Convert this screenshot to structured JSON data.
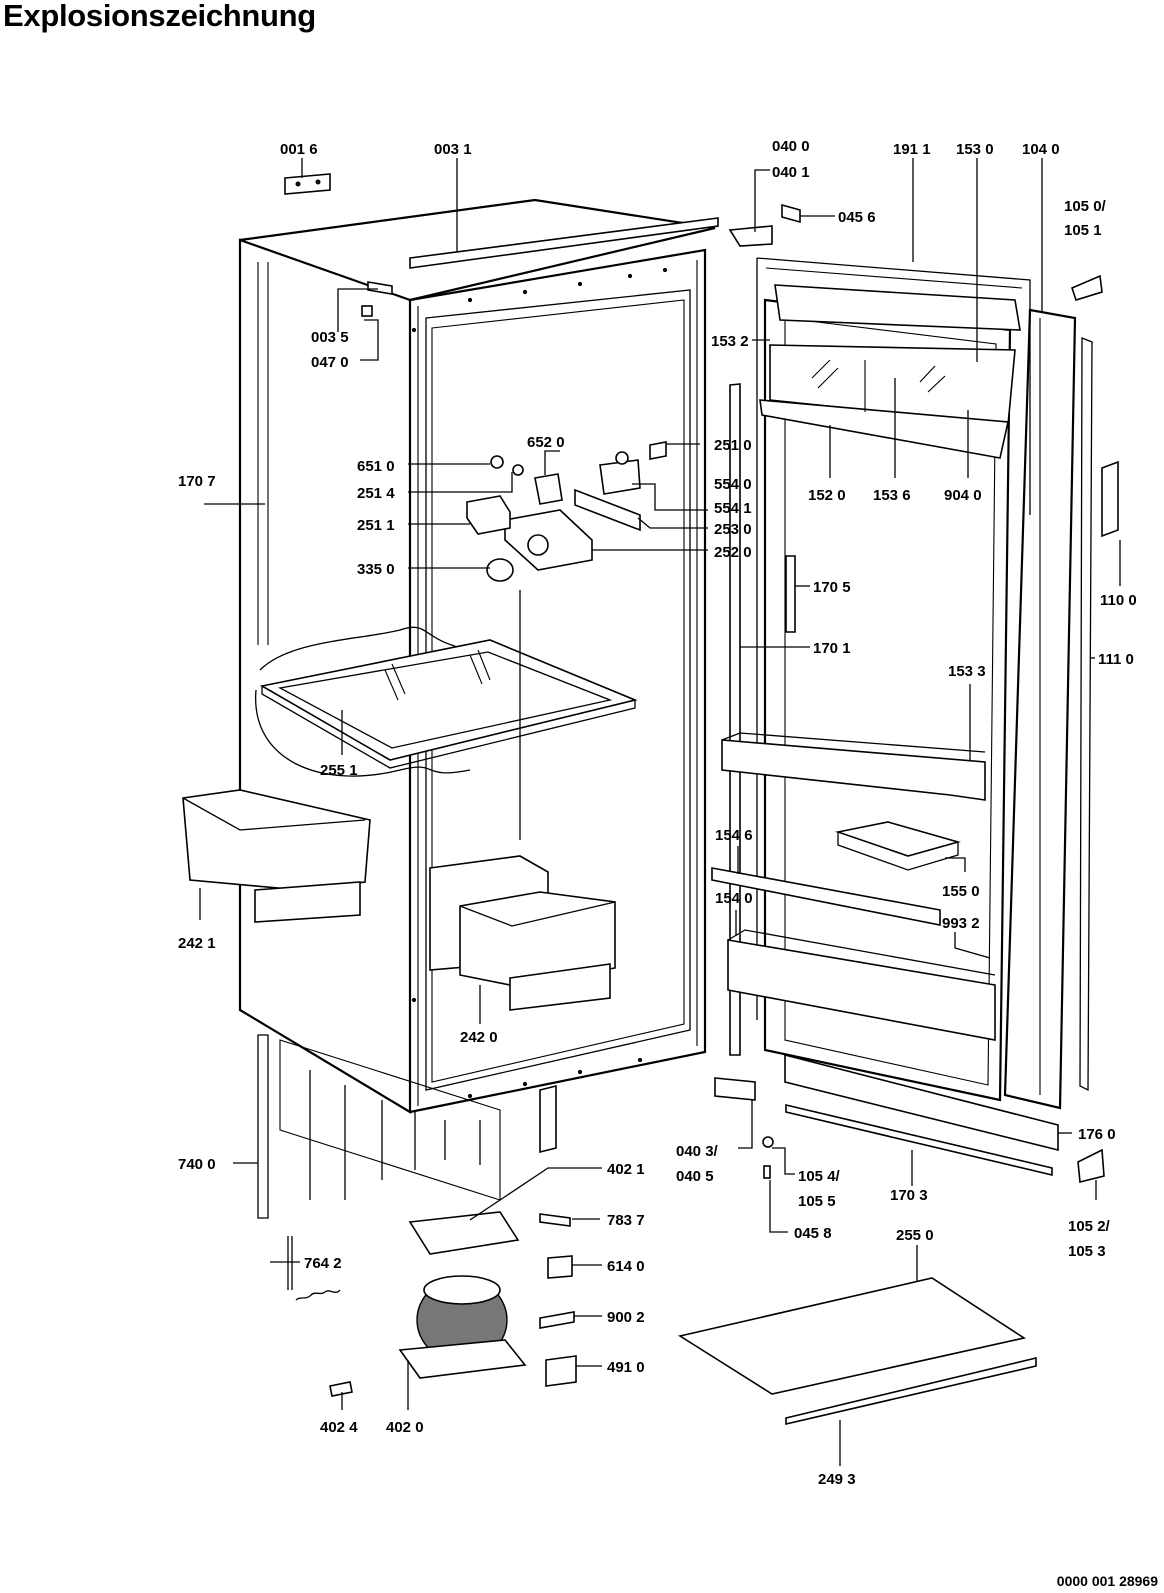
{
  "title": "Explosionszeichnung",
  "document_number": "0000 001 28969",
  "labels": [
    {
      "id": "0016",
      "text": "001 6"
    },
    {
      "id": "0031",
      "text": "003 1"
    },
    {
      "id": "0035",
      "text": "003 5"
    },
    {
      "id": "0470",
      "text": "047 0"
    },
    {
      "id": "0400",
      "text": "040 0"
    },
    {
      "id": "0401",
      "text": "040 1"
    },
    {
      "id": "0456",
      "text": "045 6"
    },
    {
      "id": "1911",
      "text": "191 1"
    },
    {
      "id": "1530",
      "text": "153 0"
    },
    {
      "id": "1040",
      "text": "104 0"
    },
    {
      "id": "1050a",
      "text": "105 0/"
    },
    {
      "id": "1051",
      "text": "105 1"
    },
    {
      "id": "1532",
      "text": "153 2"
    },
    {
      "id": "6520",
      "text": "652 0"
    },
    {
      "id": "2510",
      "text": "251 0"
    },
    {
      "id": "6510",
      "text": "651 0"
    },
    {
      "id": "5540",
      "text": "554 0"
    },
    {
      "id": "2514",
      "text": "251 4"
    },
    {
      "id": "5541",
      "text": "554 1"
    },
    {
      "id": "2511",
      "text": "251 1"
    },
    {
      "id": "2530",
      "text": "253 0"
    },
    {
      "id": "2520",
      "text": "252 0"
    },
    {
      "id": "3350",
      "text": "335 0"
    },
    {
      "id": "1707",
      "text": "170 7"
    },
    {
      "id": "1520",
      "text": "152 0"
    },
    {
      "id": "1536",
      "text": "153 6"
    },
    {
      "id": "9040",
      "text": "904 0"
    },
    {
      "id": "1100",
      "text": "110 0"
    },
    {
      "id": "1705",
      "text": "170 5"
    },
    {
      "id": "1701",
      "text": "170 1"
    },
    {
      "id": "1110",
      "text": "111 0"
    },
    {
      "id": "1533",
      "text": "153 3"
    },
    {
      "id": "2551",
      "text": "255 1"
    },
    {
      "id": "1546",
      "text": "154 6"
    },
    {
      "id": "1550",
      "text": "155 0"
    },
    {
      "id": "2421",
      "text": "242 1"
    },
    {
      "id": "1540",
      "text": "154 0"
    },
    {
      "id": "9932",
      "text": "993 2"
    },
    {
      "id": "2420",
      "text": "242 0"
    },
    {
      "id": "1760",
      "text": "176 0"
    },
    {
      "id": "0403",
      "text": "040 3/"
    },
    {
      "id": "0405",
      "text": "040 5"
    },
    {
      "id": "1054",
      "text": "105 4/"
    },
    {
      "id": "1055",
      "text": "105 5"
    },
    {
      "id": "1703",
      "text": "170 3"
    },
    {
      "id": "7400",
      "text": "740 0"
    },
    {
      "id": "4021",
      "text": "402 1"
    },
    {
      "id": "7837",
      "text": "783 7"
    },
    {
      "id": "0458",
      "text": "045 8"
    },
    {
      "id": "2550",
      "text": "255 0"
    },
    {
      "id": "1052",
      "text": "105 2/"
    },
    {
      "id": "1053",
      "text": "105 3"
    },
    {
      "id": "7642",
      "text": "764 2"
    },
    {
      "id": "6140",
      "text": "614 0"
    },
    {
      "id": "9002",
      "text": "900 2"
    },
    {
      "id": "4910",
      "text": "491 0"
    },
    {
      "id": "4024",
      "text": "402 4"
    },
    {
      "id": "4020",
      "text": "402 0"
    },
    {
      "id": "2493",
      "text": "249 3"
    }
  ]
}
